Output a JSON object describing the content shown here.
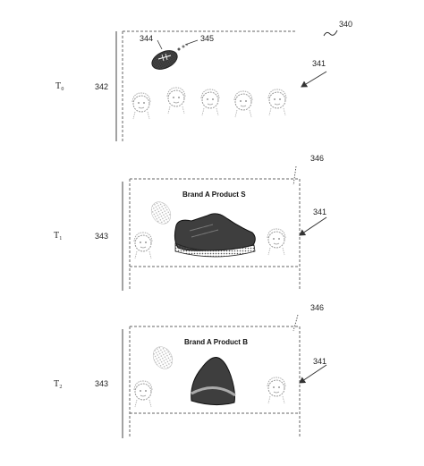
{
  "figure_ref": "340",
  "frames": [
    {
      "time_label": "T₀",
      "ref": "342",
      "callouts": {
        "ball": "344",
        "ball_trail": "345",
        "audience": "341"
      }
    },
    {
      "time_label": "T₁",
      "ref": "343",
      "overlay_title": "Brand A Product S",
      "callouts": {
        "overlay": "346",
        "audience": "341"
      }
    },
    {
      "time_label": "T₂",
      "ref": "343",
      "overlay_title": "Brand A Product B",
      "callouts": {
        "overlay": "346",
        "audience": "341"
      }
    }
  ]
}
